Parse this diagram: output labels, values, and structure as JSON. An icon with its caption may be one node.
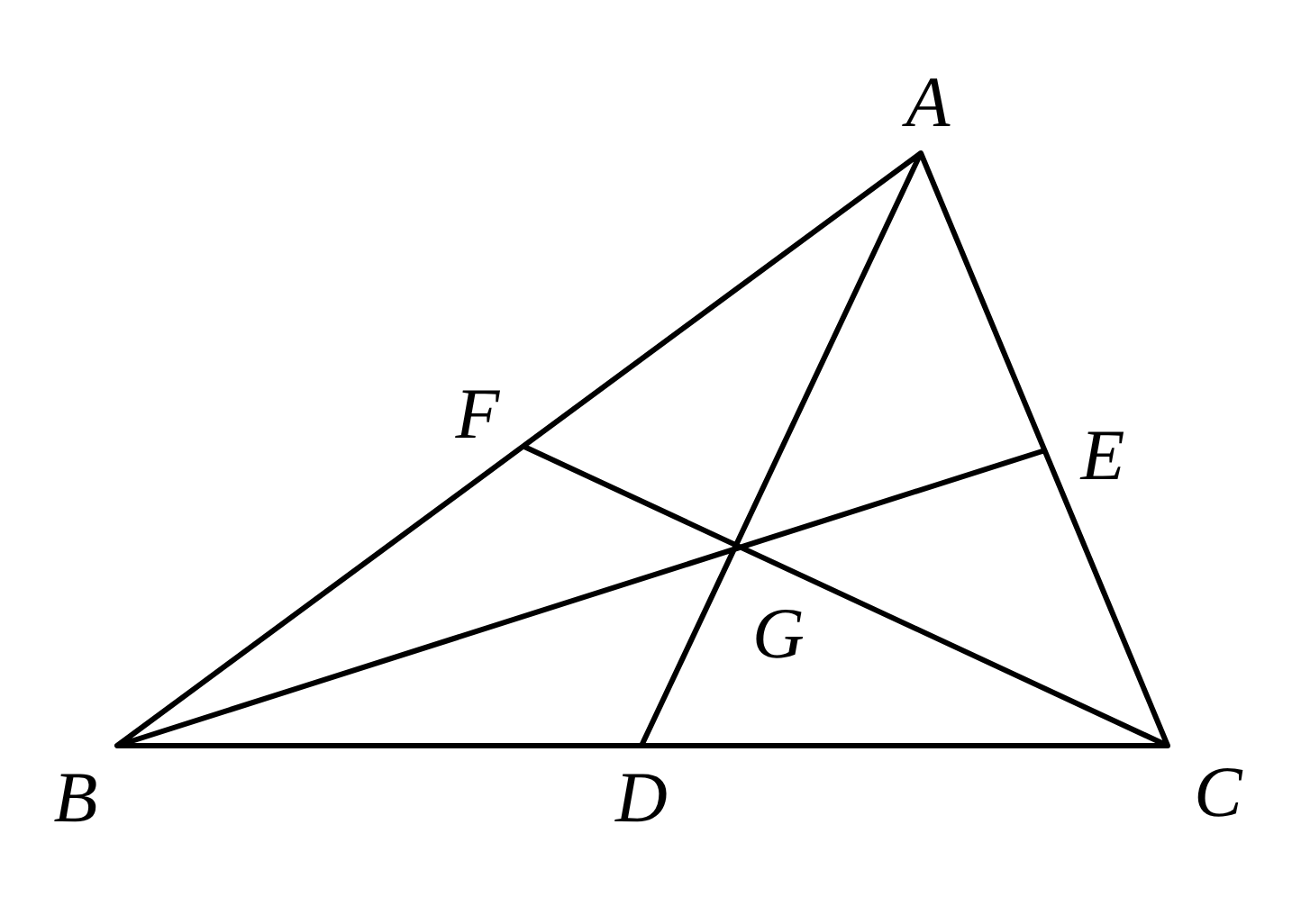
{
  "diagram": {
    "labels": [
      "A",
      "F",
      "E",
      "G",
      "B",
      "D",
      "C"
    ]
  }
}
